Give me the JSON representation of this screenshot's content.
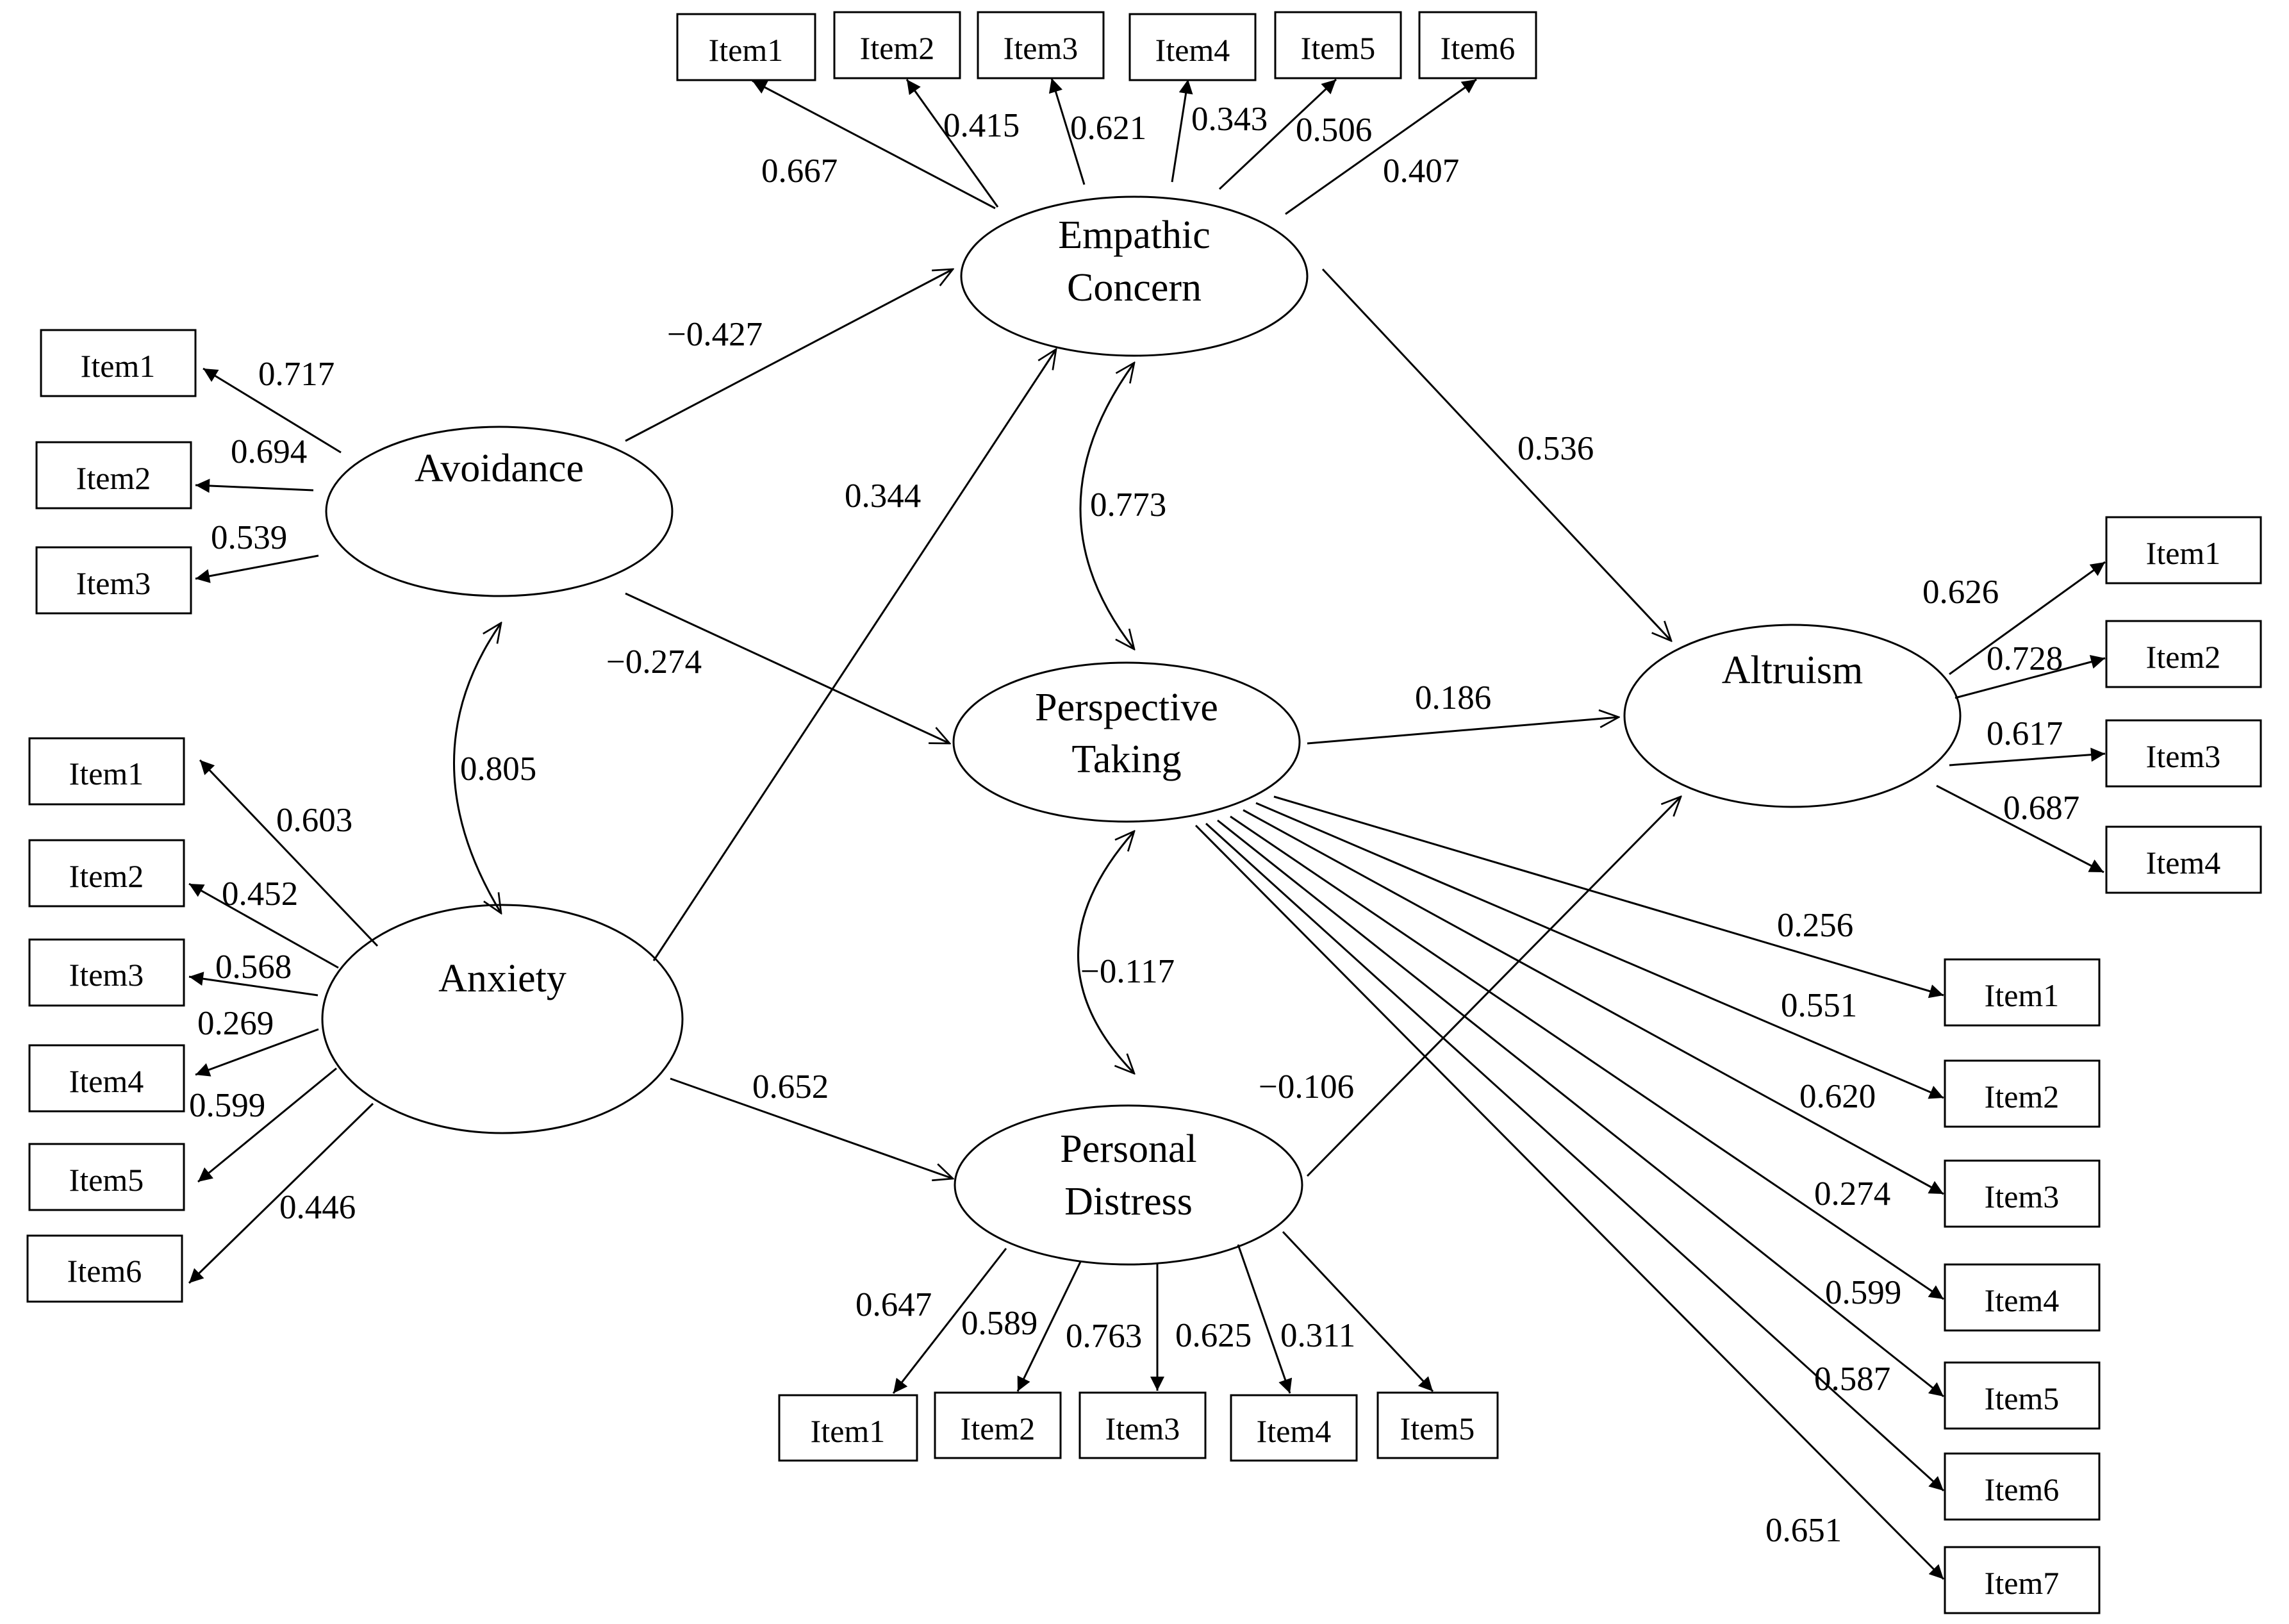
{
  "colors": {
    "line": "#000000",
    "background": "#ffffff"
  },
  "latents": {
    "empathic_concern": [
      "Empathic",
      "Concern"
    ],
    "avoidance": [
      "Avoidance"
    ],
    "perspective_taking": [
      "Perspective",
      "Taking"
    ],
    "altruism": [
      "Altruism"
    ],
    "anxiety": [
      "Anxiety"
    ],
    "personal_distress": [
      "Personal",
      "Distress"
    ]
  },
  "indicators": {
    "empathic_concern": [
      {
        "label": "Item1",
        "loading": "0.667"
      },
      {
        "label": "Item2",
        "loading": "0.415"
      },
      {
        "label": "Item3",
        "loading": "0.621"
      },
      {
        "label": "Item4",
        "loading": "0.343"
      },
      {
        "label": "Item5",
        "loading": "0.506"
      },
      {
        "label": "Item6",
        "loading": "0.407"
      }
    ],
    "avoidance": [
      {
        "label": "Item1",
        "loading": "0.717"
      },
      {
        "label": "Item2",
        "loading": "0.694"
      },
      {
        "label": "Item3",
        "loading": "0.539"
      }
    ],
    "anxiety": [
      {
        "label": "Item1",
        "loading": "0.603"
      },
      {
        "label": "Item2",
        "loading": "0.452"
      },
      {
        "label": "Item3",
        "loading": "0.568"
      },
      {
        "label": "Item4",
        "loading": "0.269"
      },
      {
        "label": "Item5",
        "loading": "0.599"
      },
      {
        "label": "Item6",
        "loading": "0.446"
      }
    ],
    "altruism": [
      {
        "label": "Item1",
        "loading": "0.626"
      },
      {
        "label": "Item2",
        "loading": "0.728"
      },
      {
        "label": "Item3",
        "loading": "0.617"
      },
      {
        "label": "Item4",
        "loading": "0.687"
      }
    ],
    "perspective_taking": [
      {
        "label": "Item1",
        "loading": "0.256"
      },
      {
        "label": "Item2",
        "loading": "0.551"
      },
      {
        "label": "Item3",
        "loading": "0.620"
      },
      {
        "label": "Item4",
        "loading": "0.274"
      },
      {
        "label": "Item5",
        "loading": "0.599"
      },
      {
        "label": "Item6",
        "loading": "0.587"
      },
      {
        "label": "Item7",
        "loading": "0.651"
      }
    ],
    "personal_distress": [
      {
        "label": "Item1",
        "loading": "0.647"
      },
      {
        "label": "Item2",
        "loading": "0.589"
      },
      {
        "label": "Item3",
        "loading": "0.763"
      },
      {
        "label": "Item4",
        "loading": "0.625"
      },
      {
        "label": "Item5",
        "loading": "0.311"
      }
    ]
  },
  "paths": {
    "avoidance_to_empathic_concern": "−0.427",
    "avoidance_to_perspective_taking": "−0.274",
    "anxiety_to_empathic_concern": "0.344",
    "anxiety_to_personal_distress": "0.652",
    "empathic_concern_to_altruism": "0.536",
    "perspective_taking_to_altruism": "0.186",
    "personal_distress_to_altruism": "−0.106"
  },
  "covariances": {
    "avoidance_with_anxiety": "0.805",
    "empathic_concern_with_perspective_taking": "0.773",
    "perspective_taking_with_personal_distress": "−0.117"
  }
}
